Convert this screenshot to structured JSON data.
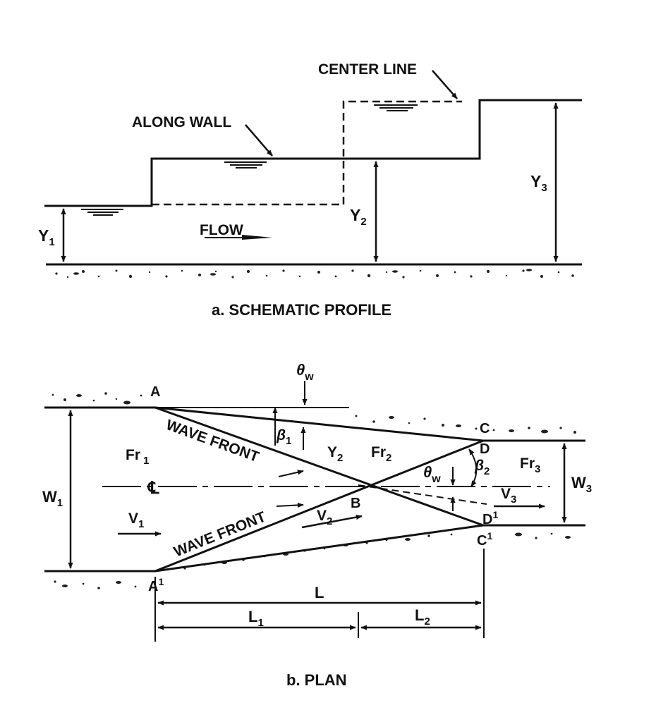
{
  "profile": {
    "center_line": "CENTER LINE",
    "along_wall": "ALONG WALL",
    "flow": "FLOW",
    "y1": "Y",
    "y1_sub": "1",
    "y2": "Y",
    "y2_sub": "2",
    "y3": "Y",
    "y3_sub": "3",
    "caption": "a.  SCHEMATIC PROFILE"
  },
  "plan": {
    "theta_w_top": "θ",
    "theta_w_top_sub": "w",
    "theta_w_mid": "θ",
    "theta_w_mid_sub": "w",
    "point_a": "A",
    "point_a1": "A",
    "point_a1_sup": "1",
    "point_b": "B",
    "point_c": "C",
    "point_c1": "C",
    "point_c1_sup": "1",
    "point_d": "D",
    "point_d1": "D",
    "point_d1_sup": "1",
    "wave_front_top": "WAVE FRONT",
    "wave_front_bottom": "WAVE FRONT",
    "beta1": "β",
    "beta1_sub": "1",
    "beta2": "β",
    "beta2_sub": "2",
    "fr1": "Fr",
    "fr1_sub": "1",
    "fr2": "Fr",
    "fr2_sub": "2",
    "fr3": "Fr",
    "fr3_sub": "3",
    "y2": "Y",
    "y2_sub": "2",
    "v1": "V",
    "v1_sub": "1",
    "v2": "V",
    "v2_sub": "2",
    "v3": "V",
    "v3_sub": "3",
    "w1": "W",
    "w1_sub": "1",
    "w3": "W",
    "w3_sub": "3",
    "centerline_symbol": "℄",
    "dim_l": "L",
    "dim_l1": "L",
    "dim_l1_sub": "1",
    "dim_l2": "L",
    "dim_l2_sub": "2",
    "caption": "b.  PLAN"
  }
}
